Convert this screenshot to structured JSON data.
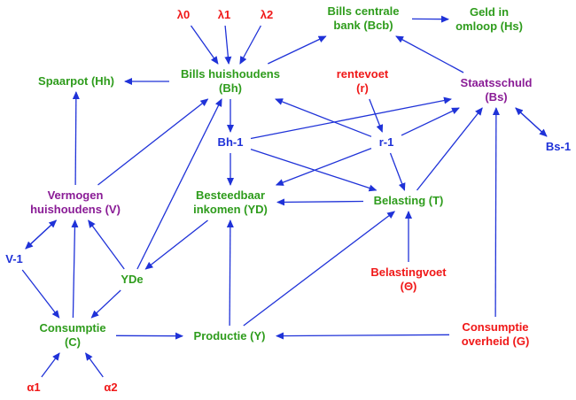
{
  "colors": {
    "edge": "#1f32d8",
    "green": "#2e9c1c",
    "red": "#f01818",
    "purple": "#8a1c96",
    "blue": "#1f32d8"
  },
  "nodes": [
    {
      "id": "lambda0",
      "lines": [
        "λ0"
      ],
      "color": "red"
    },
    {
      "id": "lambda1",
      "lines": [
        "λ1"
      ],
      "color": "red"
    },
    {
      "id": "lambda2",
      "lines": [
        "λ2"
      ],
      "color": "red"
    },
    {
      "id": "bcb",
      "lines": [
        "Bills centrale",
        "bank (Bcb)"
      ],
      "color": "green"
    },
    {
      "id": "hs",
      "lines": [
        "Geld in",
        "omloop (Hs)"
      ],
      "color": "green"
    },
    {
      "id": "hh",
      "lines": [
        "Spaarpot (Hh)"
      ],
      "color": "green"
    },
    {
      "id": "bh",
      "lines": [
        "Bills huishoudens",
        "(Bh)"
      ],
      "color": "green"
    },
    {
      "id": "r",
      "lines": [
        "rentevoet",
        "(r)"
      ],
      "color": "red"
    },
    {
      "id": "bs",
      "lines": [
        "Staatsschuld",
        "(Bs)"
      ],
      "color": "purple"
    },
    {
      "id": "bh1",
      "lines": [
        "Bh-1"
      ],
      "color": "blue"
    },
    {
      "id": "r1",
      "lines": [
        "r-1"
      ],
      "color": "blue"
    },
    {
      "id": "bs1",
      "lines": [
        "Bs-1"
      ],
      "color": "blue"
    },
    {
      "id": "v",
      "lines": [
        "Vermogen",
        "huishoudens (V)"
      ],
      "color": "purple"
    },
    {
      "id": "yd",
      "lines": [
        "Besteedbaar",
        "inkomen (YD)"
      ],
      "color": "green"
    },
    {
      "id": "t",
      "lines": [
        "Belasting (T)"
      ],
      "color": "green"
    },
    {
      "id": "v1",
      "lines": [
        "V-1"
      ],
      "color": "blue"
    },
    {
      "id": "yde",
      "lines": [
        "YDe"
      ],
      "color": "green"
    },
    {
      "id": "theta",
      "lines": [
        "Belastingvoet",
        "(Θ)"
      ],
      "color": "red"
    },
    {
      "id": "c",
      "lines": [
        "Consumptie",
        "(C)"
      ],
      "color": "green"
    },
    {
      "id": "y",
      "lines": [
        "Productie (Y)"
      ],
      "color": "green"
    },
    {
      "id": "g",
      "lines": [
        "Consumptie",
        "overheid (G)"
      ],
      "color": "red"
    },
    {
      "id": "a1",
      "lines": [
        "α1"
      ],
      "color": "red"
    },
    {
      "id": "a2",
      "lines": [
        "α2"
      ],
      "color": "red"
    }
  ],
  "edges": [
    {
      "from": "lambda0",
      "to": "bh"
    },
    {
      "from": "lambda1",
      "to": "bh"
    },
    {
      "from": "lambda2",
      "to": "bh"
    },
    {
      "from": "bh",
      "to": "bcb"
    },
    {
      "from": "bcb",
      "to": "hs"
    },
    {
      "from": "bh",
      "to": "hh"
    },
    {
      "from": "bs",
      "to": "bcb"
    },
    {
      "from": "bh",
      "to": "bh1"
    },
    {
      "from": "r1",
      "to": "bh"
    },
    {
      "from": "r",
      "to": "r1"
    },
    {
      "from": "bh1",
      "to": "bs"
    },
    {
      "from": "r1",
      "to": "bs"
    },
    {
      "from": "bs",
      "to": "bs1"
    },
    {
      "from": "bs1",
      "to": "bs"
    },
    {
      "from": "bh1",
      "to": "yd"
    },
    {
      "from": "bh1",
      "to": "t"
    },
    {
      "from": "r1",
      "to": "yd"
    },
    {
      "from": "r1",
      "to": "t"
    },
    {
      "from": "t",
      "to": "yd"
    },
    {
      "from": "t",
      "to": "bs"
    },
    {
      "from": "theta",
      "to": "t"
    },
    {
      "from": "v",
      "to": "hh"
    },
    {
      "from": "v",
      "to": "bh"
    },
    {
      "from": "yde",
      "to": "bh"
    },
    {
      "from": "v",
      "to": "v1"
    },
    {
      "from": "v1",
      "to": "v"
    },
    {
      "from": "yde",
      "to": "v"
    },
    {
      "from": "v1",
      "to": "c"
    },
    {
      "from": "yd",
      "to": "yde"
    },
    {
      "from": "yde",
      "to": "c"
    },
    {
      "from": "c",
      "to": "v"
    },
    {
      "from": "c",
      "to": "y"
    },
    {
      "from": "y",
      "to": "yd"
    },
    {
      "from": "y",
      "to": "t"
    },
    {
      "from": "g",
      "to": "y"
    },
    {
      "from": "g",
      "to": "bs"
    },
    {
      "from": "a1",
      "to": "c"
    },
    {
      "from": "a2",
      "to": "c"
    }
  ]
}
